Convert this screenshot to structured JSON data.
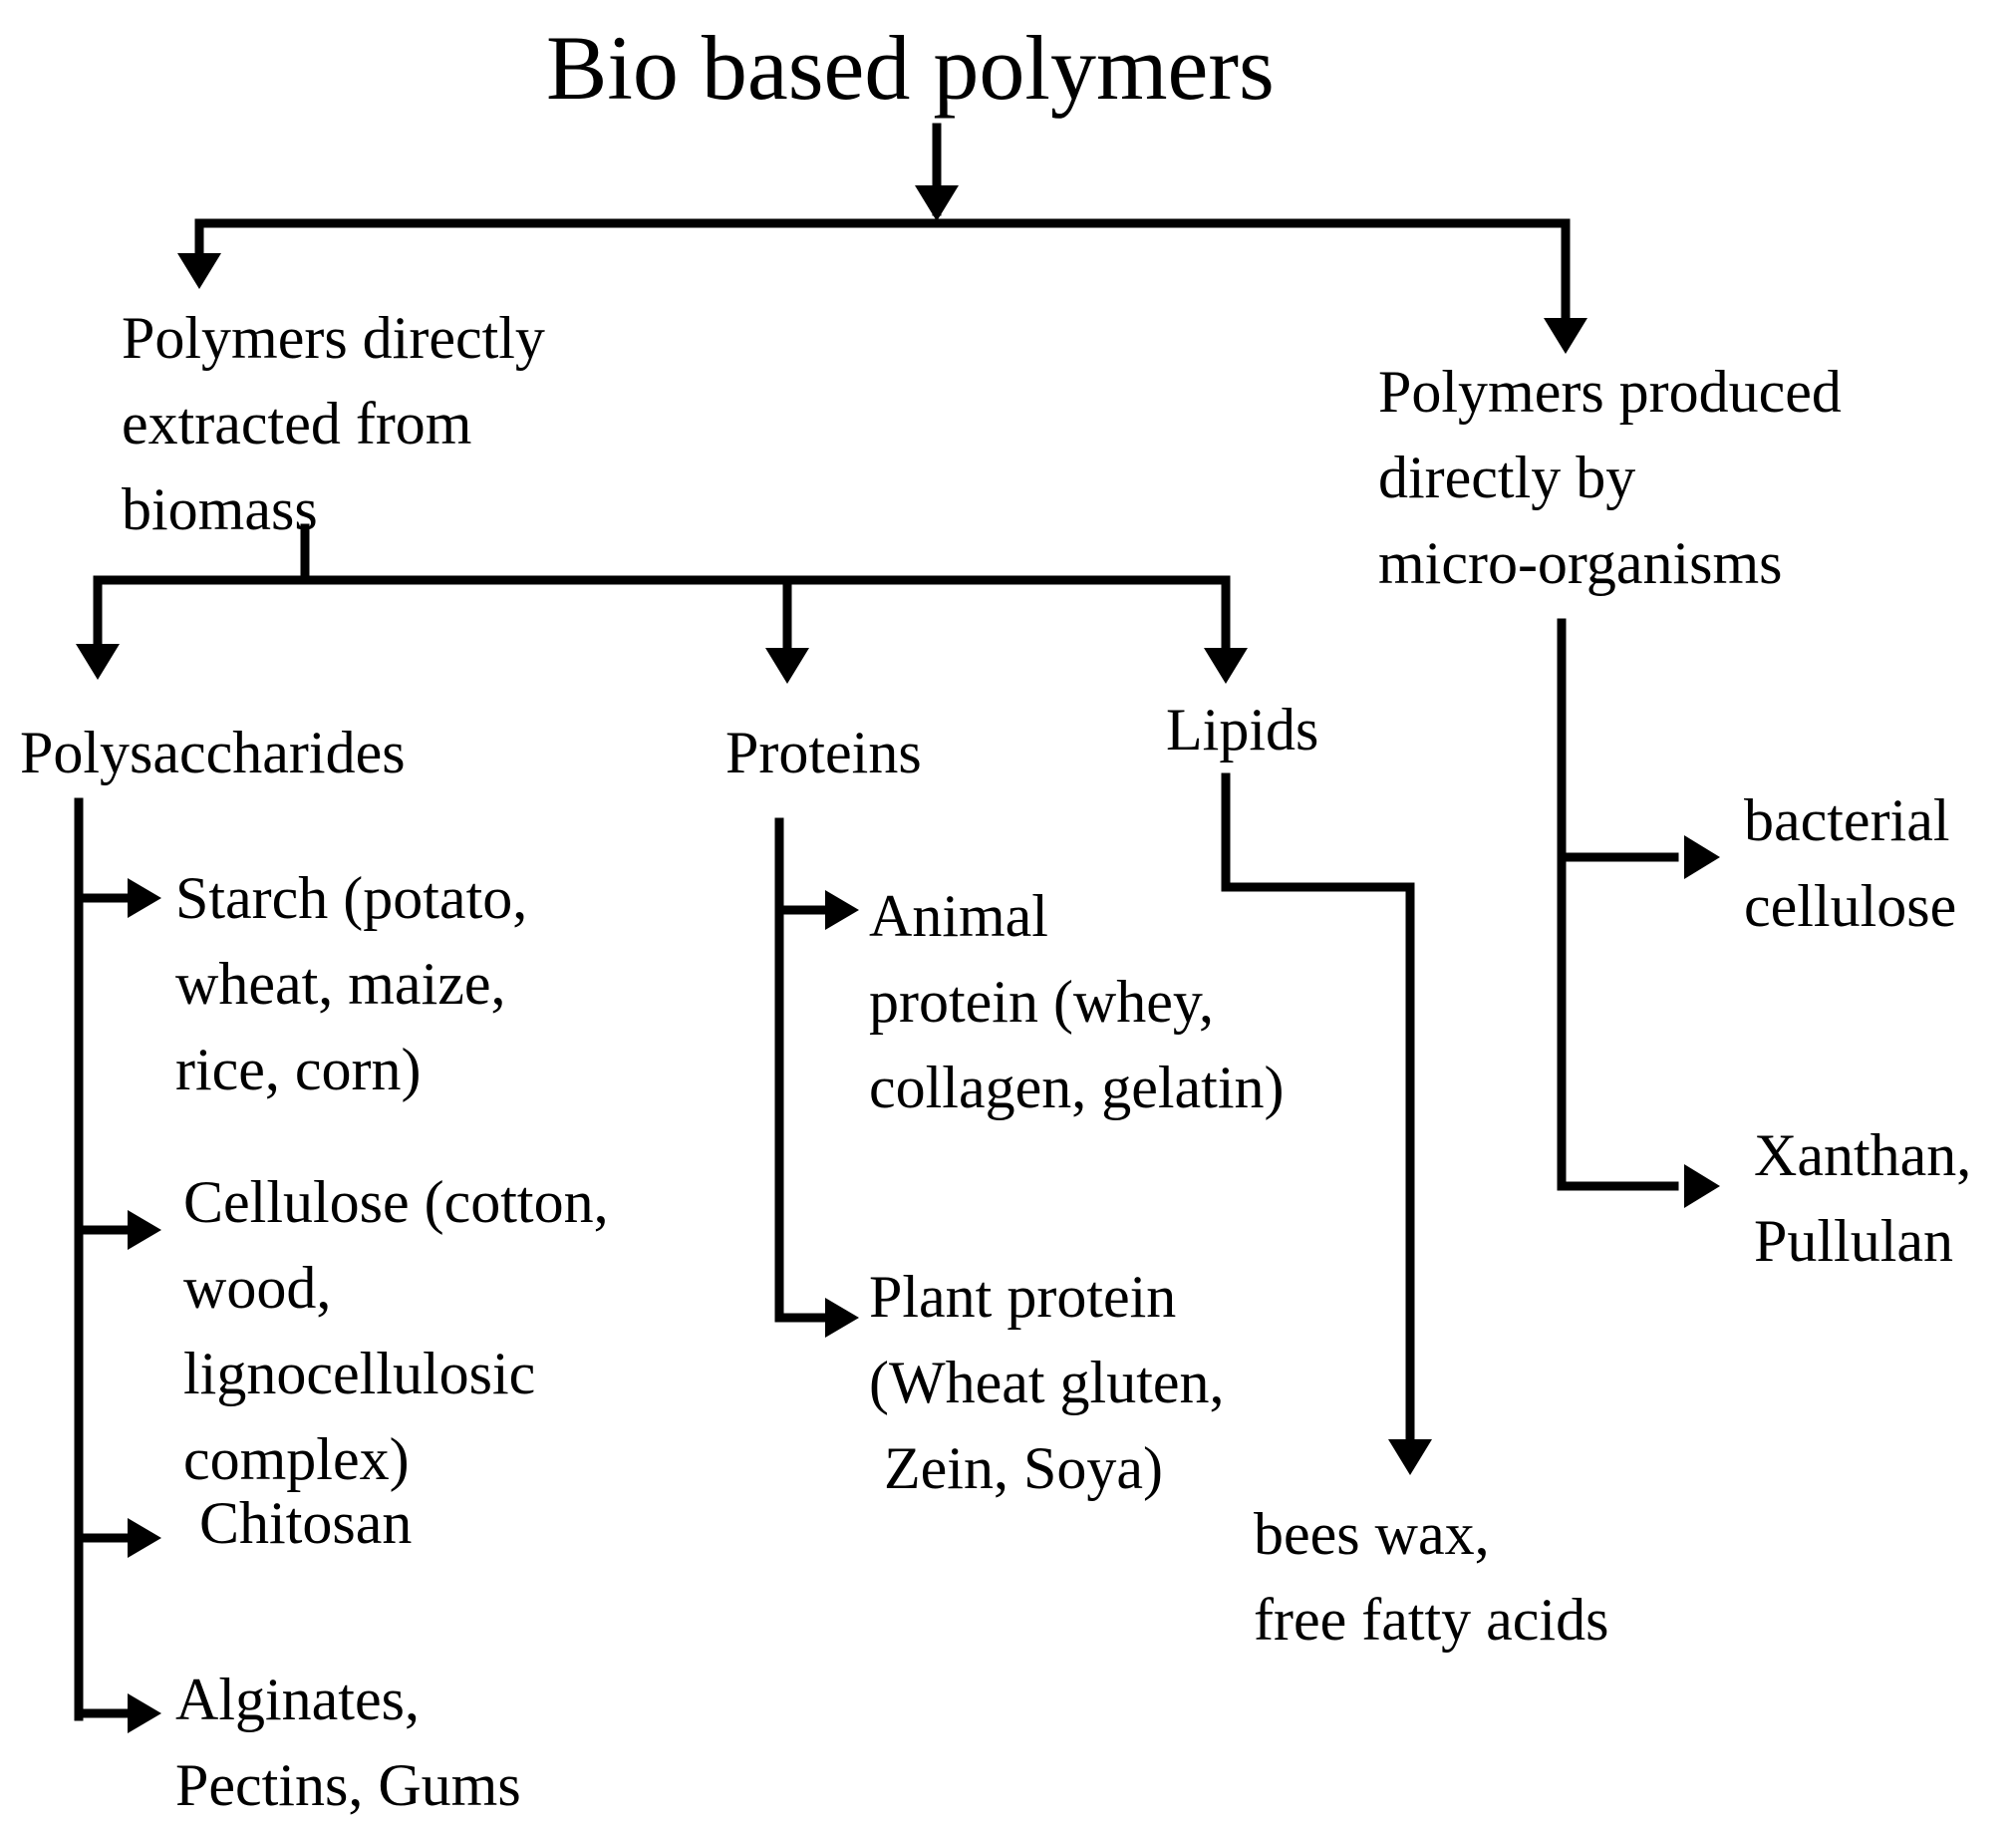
{
  "diagram": {
    "title": "Bio based polymers",
    "branch_extracted": "Polymers directly\nextracted from\nbiomass",
    "branch_microorganisms": "Polymers produced\ndirectly by\nmicro-organisms",
    "polysaccharides": {
      "label": "Polysaccharides",
      "starch": "Starch (potato,\nwheat, maize,\nrice, corn)",
      "cellulose": "Cellulose (cotton,\nwood,\nlignocellulosic\ncomplex)",
      "chitosan": "Chitosan",
      "alginates": "Alginates,\nPectins, Gums"
    },
    "proteins": {
      "label": "Proteins",
      "animal": "Animal\nprotein (whey,\ncollagen, gelatin)",
      "plant": "Plant protein\n(Wheat gluten,\n Zein, Soya)"
    },
    "lipids": {
      "label": "Lipids",
      "beeswax": "bees wax,\nfree fatty acids"
    },
    "microbial": {
      "bacterial_cellulose": "bacterial\ncellulose",
      "xanthan": "Xanthan,\nPullulan"
    }
  }
}
